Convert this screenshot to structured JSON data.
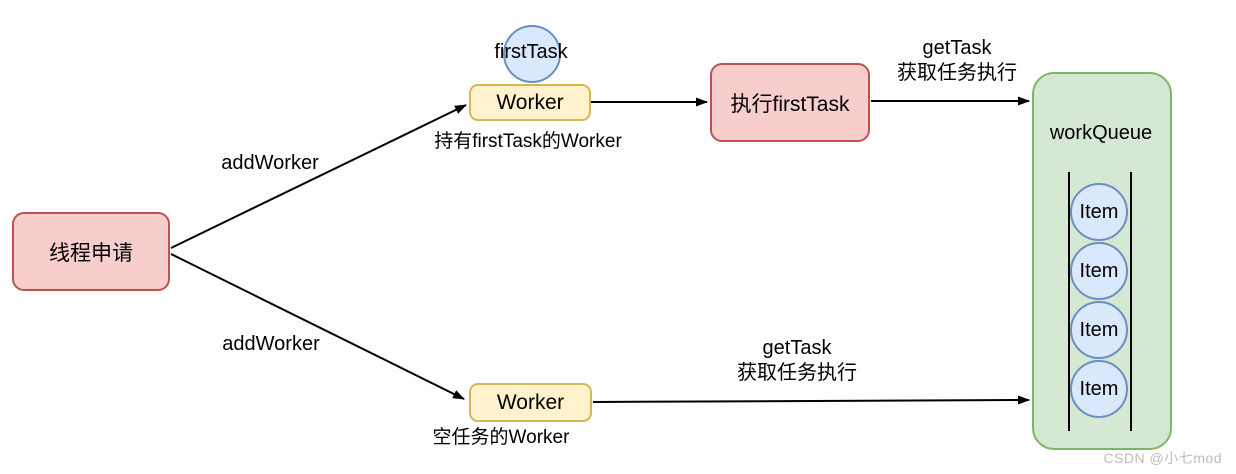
{
  "diagram": {
    "nodes": {
      "thread_request": {
        "label": "线程申请"
      },
      "first_task": {
        "label": "firstTask"
      },
      "worker_top": {
        "label": "Worker",
        "caption": "持有firstTask的Worker"
      },
      "worker_bottom": {
        "label": "Worker",
        "caption": "空任务的Worker"
      },
      "exec_first_task": {
        "label": "执行firstTask"
      },
      "work_queue": {
        "label": "workQueue",
        "items": [
          "Item",
          "Item",
          "Item",
          "Item"
        ]
      }
    },
    "edges": {
      "add_worker_top": {
        "label": "addWorker"
      },
      "add_worker_bottom": {
        "label": "addWorker"
      },
      "get_task_top": {
        "line1": "getTask",
        "line2": "获取任务执行"
      },
      "get_task_bottom": {
        "line1": "getTask",
        "line2": "获取任务执行"
      }
    },
    "colors": {
      "red_fill": "#f8cecc",
      "red_border": "#b85450",
      "yellow_fill": "#fff2cc",
      "yellow_border": "#d6b656",
      "blue_fill": "#dae8fc",
      "blue_border": "#6c8ebf",
      "green_fill": "#d5e8d4",
      "green_border": "#82b366",
      "connector": "#000000"
    },
    "watermark": "CSDN @小七mod"
  }
}
